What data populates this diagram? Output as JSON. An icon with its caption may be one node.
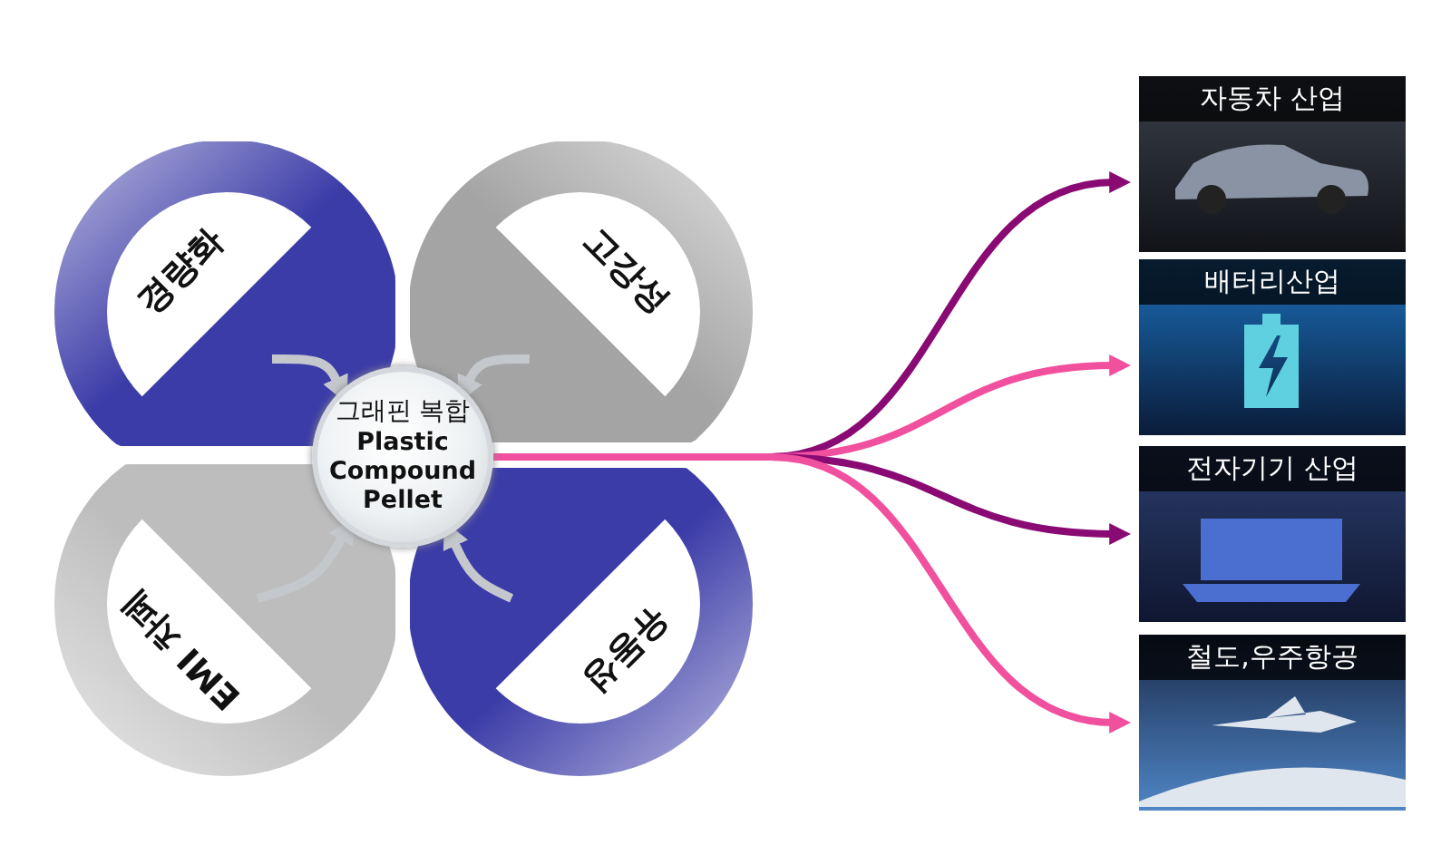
{
  "diagram": {
    "nodes": [
      {
        "text": [
          "그래핀 복합",
          "Plastic Compound Pellet"
        ]
      },
      {
        "text": [
          "경량화"
        ]
      },
      {
        "text": [
          "고강성"
        ]
      },
      {
        "text": [
          "EMI 차폐"
        ]
      },
      {
        "text": [
          "유동성"
        ]
      },
      {
        "text": [
          "자동차 산업"
        ]
      },
      {
        "text": [
          "배터리산업"
        ]
      },
      {
        "text": [
          "전자기기 산업"
        ]
      },
      {
        "text": [
          "철도,우주항공"
        ]
      }
    ],
    "edges": [
      {
        "from": 1,
        "to": 0,
        "arrow": "to"
      },
      {
        "from": 2,
        "to": 0,
        "arrow": "to"
      },
      {
        "from": 3,
        "to": 0,
        "arrow": "to"
      },
      {
        "from": 4,
        "to": 0,
        "arrow": "to"
      },
      {
        "from": 0,
        "to": 5,
        "arrow": "to",
        "color": "#8a0a74"
      },
      {
        "from": 0,
        "to": 6,
        "arrow": "to",
        "color": "#f0509e"
      },
      {
        "from": 0,
        "to": 7,
        "arrow": "to",
        "color": "#8a0a74"
      },
      {
        "from": 0,
        "to": 8,
        "arrow": "to",
        "color": "#f0509e"
      }
    ]
  }
}
